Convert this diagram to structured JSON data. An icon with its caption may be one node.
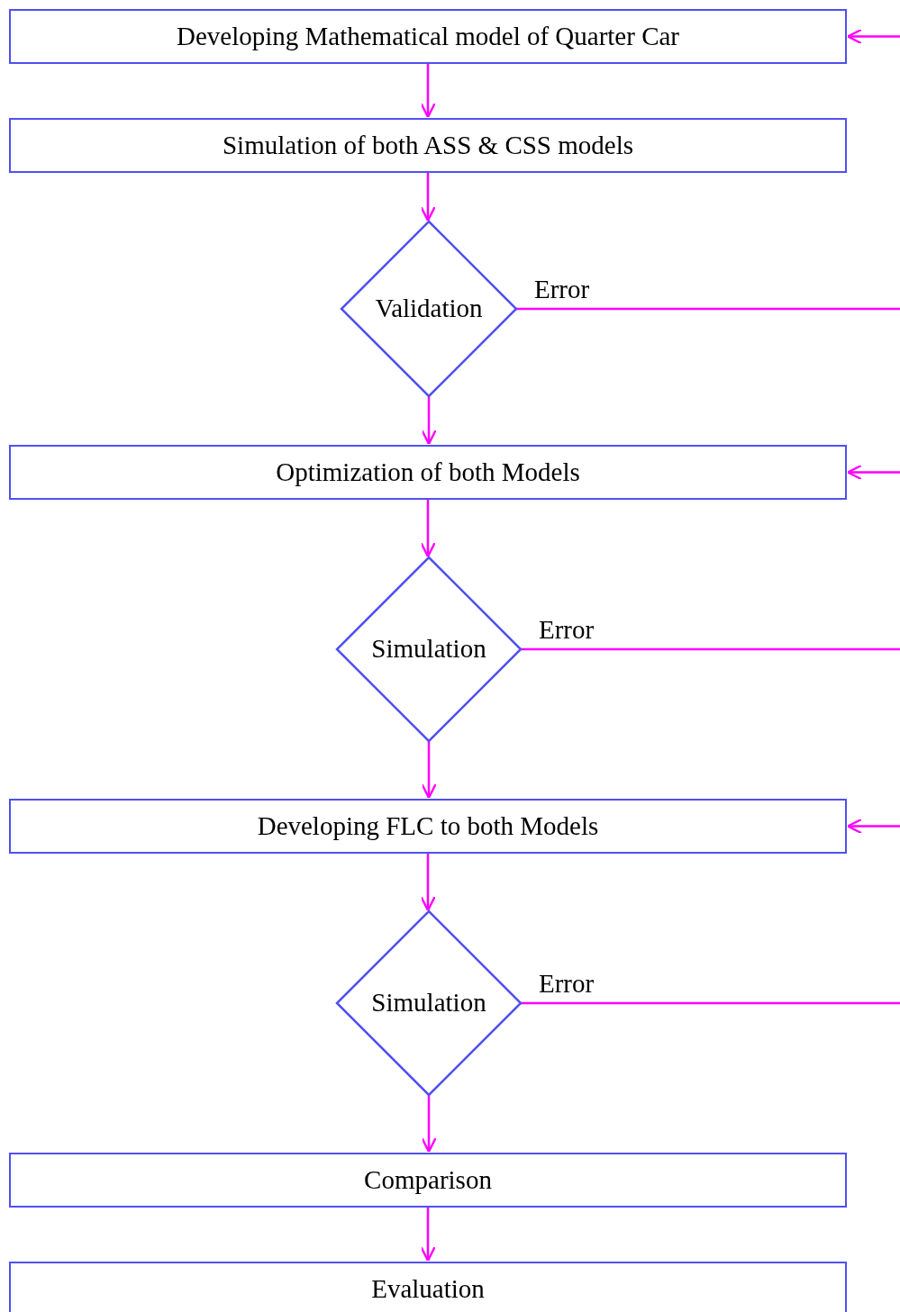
{
  "diagram": {
    "nodes": [
      {
        "text": [
          "Developing Mathematical model of Quarter Car"
        ]
      },
      {
        "text": [
          "Simulation of both ASS & CSS models"
        ]
      },
      {
        "text": [
          "Validation"
        ]
      },
      {
        "text": [
          "Optimization of both Models"
        ]
      },
      {
        "text": [
          "Simulation"
        ]
      },
      {
        "text": [
          "Developing FLC to both Models"
        ]
      },
      {
        "text": [
          "Simulation"
        ]
      },
      {
        "text": [
          "Comparison"
        ]
      },
      {
        "text": [
          "Evaluation"
        ]
      }
    ],
    "edges": [
      {
        "from": 0,
        "to": 1,
        "arrow": "to"
      },
      {
        "from": 1,
        "to": 2,
        "arrow": "to"
      },
      {
        "from": 2,
        "to": 3,
        "arrow": "to"
      },
      {
        "from": 2,
        "to": 0,
        "arrow": "to",
        "label": "Error"
      },
      {
        "from": 3,
        "to": 4,
        "arrow": "to"
      },
      {
        "from": 4,
        "to": 5,
        "arrow": "to"
      },
      {
        "from": 4,
        "to": 3,
        "arrow": "to",
        "label": "Error"
      },
      {
        "from": 5,
        "to": 6,
        "arrow": "to"
      },
      {
        "from": 6,
        "to": 7,
        "arrow": "to"
      },
      {
        "from": 6,
        "to": 5,
        "arrow": "to",
        "label": "Error"
      },
      {
        "from": 7,
        "to": 8,
        "arrow": "to"
      }
    ]
  }
}
